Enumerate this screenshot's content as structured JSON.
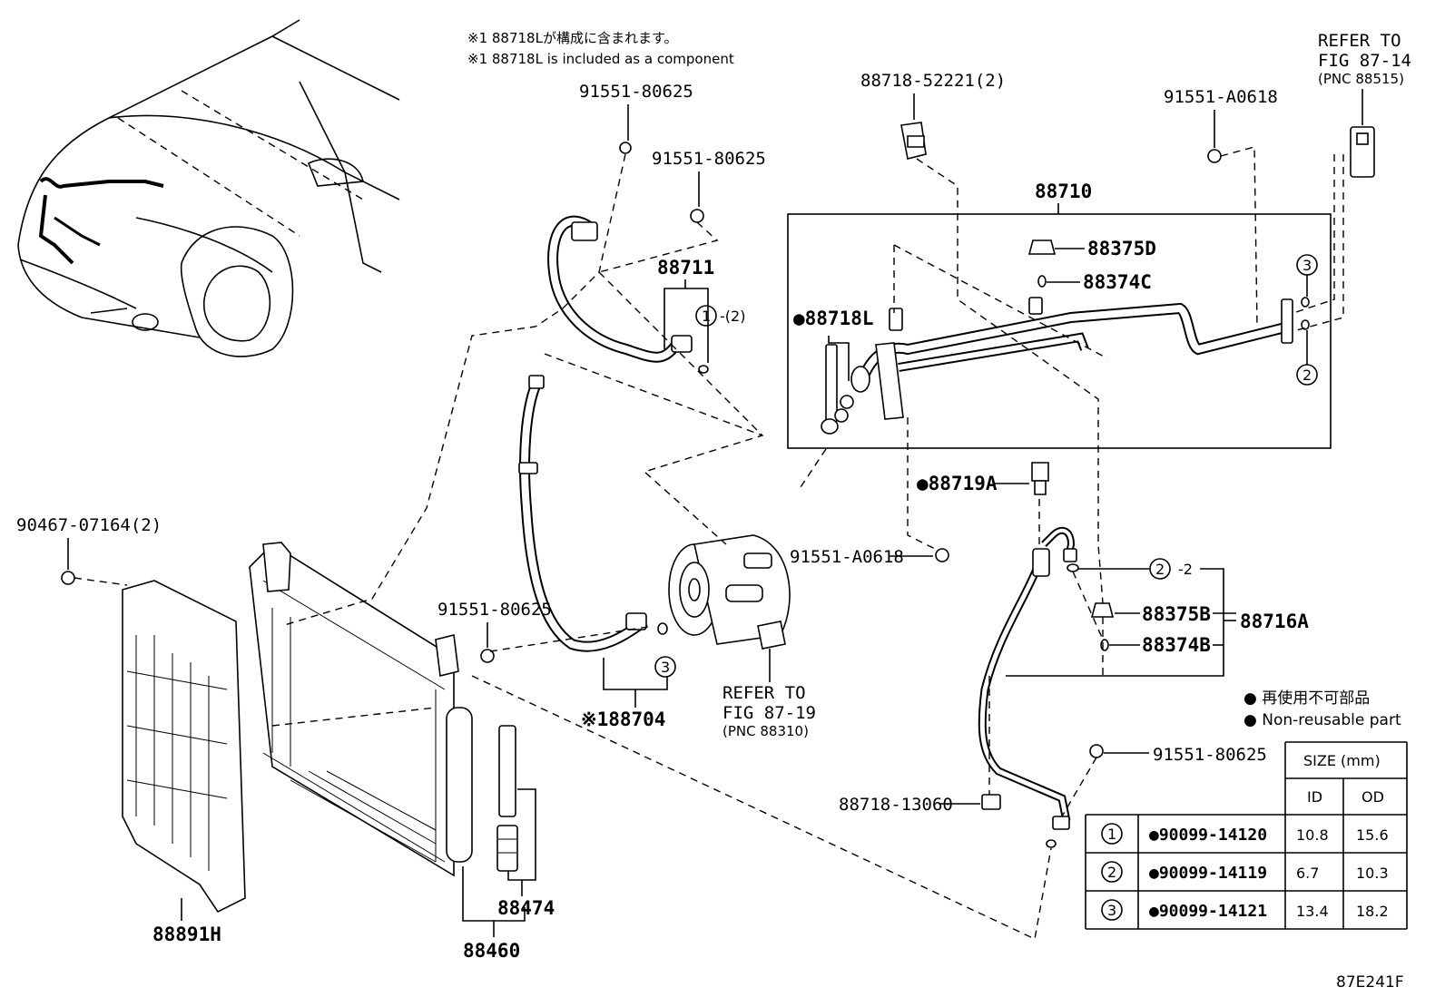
{
  "notes": {
    "jp": "※1 88718Lが構成に含まれます。",
    "en": "※1 88718L is included as a component"
  },
  "labels": {
    "p88891H": "88891H",
    "p90467": "90467-07164(2)",
    "p88460": "88460",
    "p88474": "88474",
    "p91551_80625_top1": "91551-80625",
    "p91551_80625_top2": "91551-80625",
    "p88711": "88711",
    "circle1_2": "-(2)",
    "p91551_80625_mid": "91551-80625",
    "p88704": "※188704",
    "refer_fig87_19_a": "REFER TO",
    "refer_fig87_19_b": "FIG 87-19",
    "refer_fig87_19_c": "(PNC 88310)",
    "p88718_52221": "88718-52221(2)",
    "p88710": "88710",
    "p88375D": "88375D",
    "p88374C": "88374C",
    "p88718L": "●88718L",
    "p91551_A0618_top": "91551-A0618",
    "refer_fig87_14_a": "REFER TO",
    "refer_fig87_14_b": "FIG 87-14",
    "refer_fig87_14_c": "(PNC 88515)",
    "p88719A": "●88719A",
    "p91551_A0618_mid": "91551-A0618",
    "circle2_2": "-2",
    "p88375B": "88375B",
    "p88374B": "88374B",
    "p88716A": "88716A",
    "p91551_80625_right": "91551-80625",
    "p88718_13060": "88718-13060",
    "c1": "1",
    "c2": "2",
    "c3": "3",
    "figure_code": "87E241F"
  },
  "legend": {
    "jp": "● 再使用不可部品",
    "en": "● Non-reusable part"
  },
  "size_table": {
    "header": "SIZE (mm)",
    "col_id": "ID",
    "col_od": "OD",
    "rows": [
      {
        "num": "1",
        "part": "●90099-14120",
        "id": "10.8",
        "od": "15.6"
      },
      {
        "num": "2",
        "part": "●90099-14119",
        "id": "6.7",
        "od": "10.3"
      },
      {
        "num": "3",
        "part": "●90099-14121",
        "id": "13.4",
        "od": "18.2"
      }
    ]
  }
}
